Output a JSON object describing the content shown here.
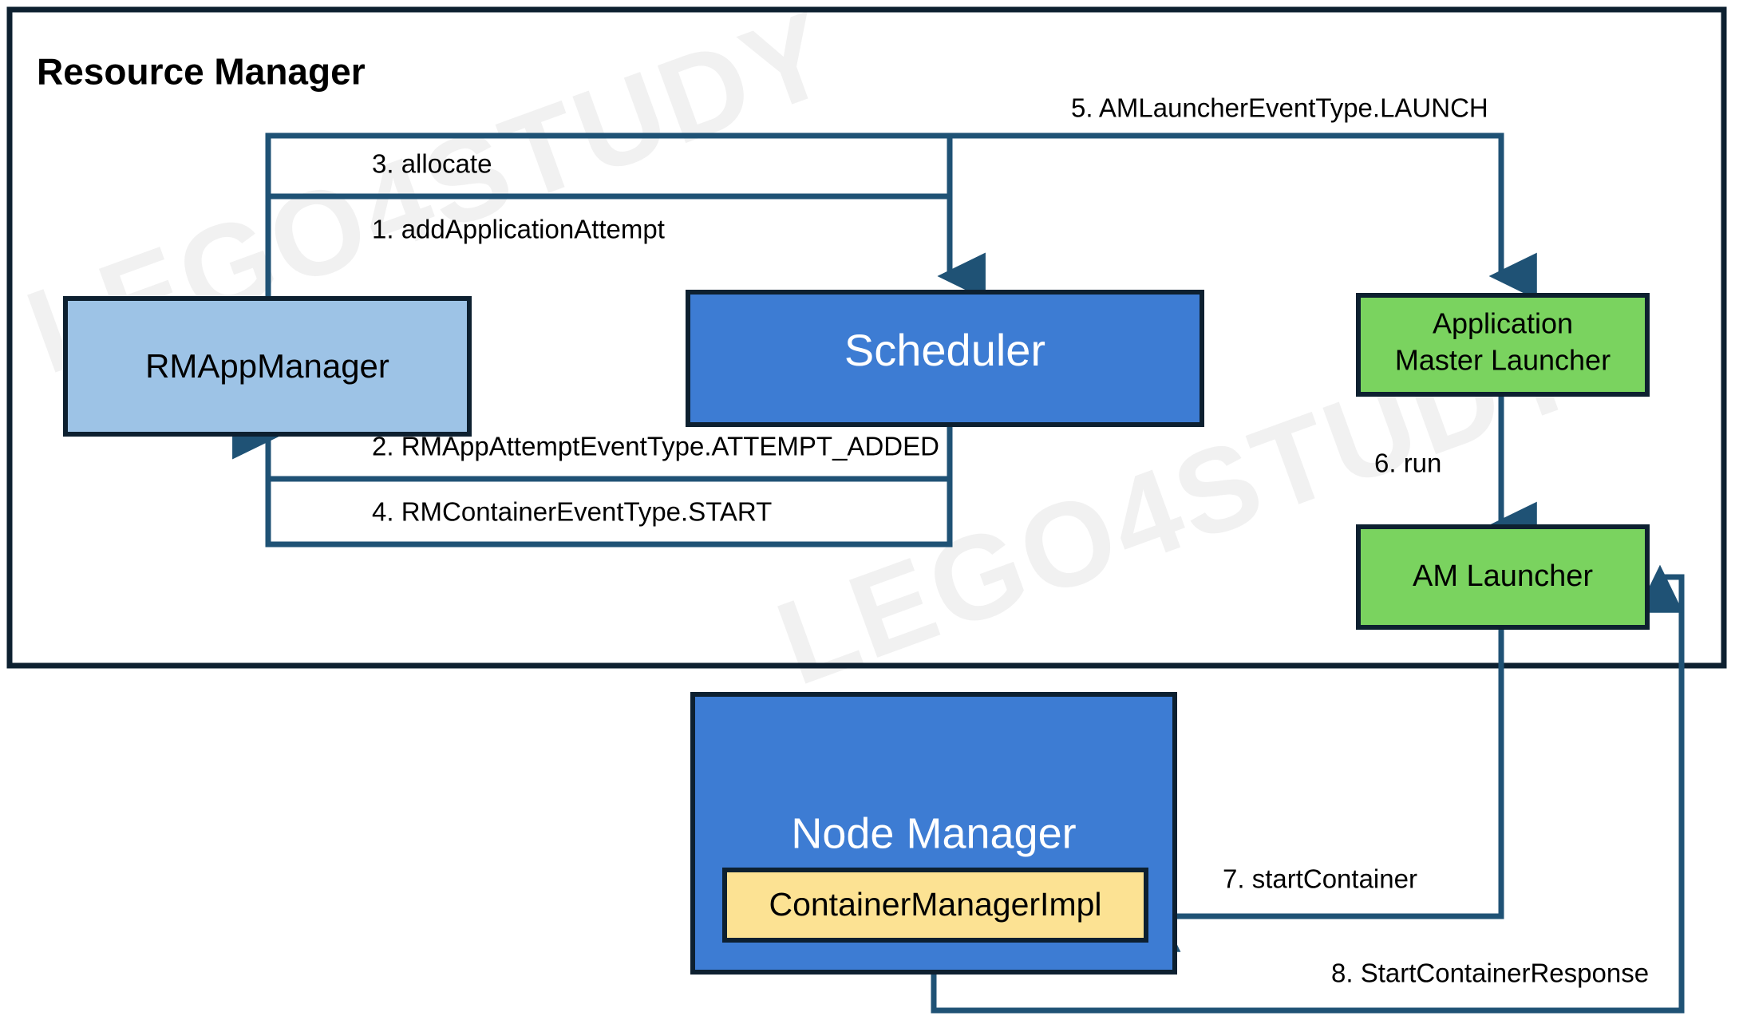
{
  "diagram": {
    "title": "Resource Manager",
    "watermark": "LEGO4STUDY",
    "colors": {
      "outer_border": "#0d2030",
      "light_blue": "#9dc3e6",
      "blue": "#3d7cd3",
      "green": "#7ad35f",
      "yellow": "#fce293",
      "connector": "#1f5275",
      "box_border": "#0d2030",
      "white_text": "#ffffff",
      "black_text": "#000000"
    },
    "nodes": [
      {
        "id": "rmappmanager",
        "label": "RMAppManager",
        "fill": "light_blue",
        "text": "black"
      },
      {
        "id": "scheduler",
        "label": "Scheduler",
        "fill": "blue",
        "text": "white"
      },
      {
        "id": "app-master-launcher_line1",
        "label": "Application",
        "fill": "green",
        "text": "black"
      },
      {
        "id": "app-master-launcher_line2",
        "label": "Master Launcher",
        "fill": "green",
        "text": "black"
      },
      {
        "id": "am-launcher",
        "label": "AM Launcher",
        "fill": "green",
        "text": "black"
      },
      {
        "id": "node-manager",
        "label": "Node Manager",
        "fill": "blue",
        "text": "white"
      },
      {
        "id": "container-manager",
        "label": "ContainerManagerImpl",
        "fill": "yellow",
        "text": "black"
      }
    ],
    "edges": [
      {
        "id": "edge-1",
        "label": "1. addApplicationAttempt",
        "from": "rmappmanager",
        "to": "scheduler"
      },
      {
        "id": "edge-2",
        "label": "2. RMAppAttemptEventType.ATTEMPT_ADDED",
        "from": "scheduler",
        "to": "rmappmanager"
      },
      {
        "id": "edge-3",
        "label": "3. allocate",
        "from": "rmappmanager",
        "to": "scheduler"
      },
      {
        "id": "edge-4",
        "label": "4. RMContainerEventType.START",
        "from": "scheduler",
        "to": "rmappmanager"
      },
      {
        "id": "edge-5",
        "label": "5. AMLauncherEventType.LAUNCH",
        "from": "scheduler",
        "to": "app-master-launcher"
      },
      {
        "id": "edge-6",
        "label": "6. run",
        "from": "app-master-launcher",
        "to": "am-launcher"
      },
      {
        "id": "edge-7",
        "label": "7. startContainer",
        "from": "am-launcher",
        "to": "container-manager"
      },
      {
        "id": "edge-8",
        "label": "8. StartContainerResponse",
        "from": "node-manager",
        "to": "am-launcher"
      }
    ]
  }
}
